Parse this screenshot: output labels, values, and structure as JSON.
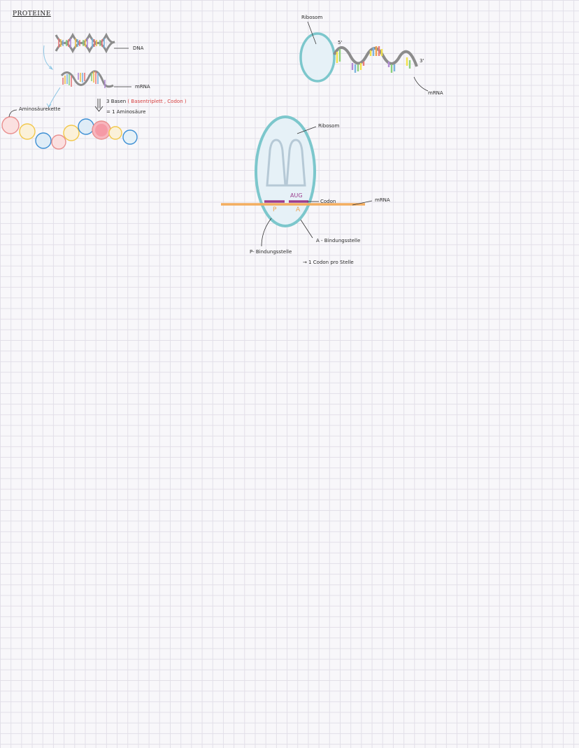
{
  "page": {
    "title": "PROTEINE"
  },
  "overview": {
    "dna_label": "DNA",
    "mrna_label": "mRNA",
    "bases_line_num": "3",
    "bases_line_text": "Basen",
    "bases_paren_open": "(",
    "bases_paren_text": "Basentriplett , Codon",
    "bases_paren_close": ")",
    "amino_line": "= 1 Aminosäure",
    "chain_label": "Aminosäurekette"
  },
  "ribosome_top": {
    "ribosome_label": "Ribosom",
    "five_prime": "5'",
    "three_prime": "3'",
    "mrna_label": "mRNA"
  },
  "ribosome_detail": {
    "ribosome_label": "Ribosom",
    "codon_text": "AUG",
    "codon_label": "Codon",
    "mrna_label": "mRNA",
    "p_site_letter": "P",
    "a_site_letter": "A",
    "a_site_label": "A - Bindungsstelle",
    "p_site_label": "P- Bindungsstelle",
    "note": "→  1 Codon pro Stelle"
  },
  "colors": {
    "ribosome_outline": "#7cc7cc",
    "ribosome_fill": "#e6f1f7",
    "mrna_strand": "#f3ad5f",
    "codon_bar": "#9c3e8e",
    "codon_text": "#9c3e8e",
    "site_letter": "#f0a34b",
    "red_text": "#d64040",
    "arrow_blue": "#8cc6e4"
  }
}
